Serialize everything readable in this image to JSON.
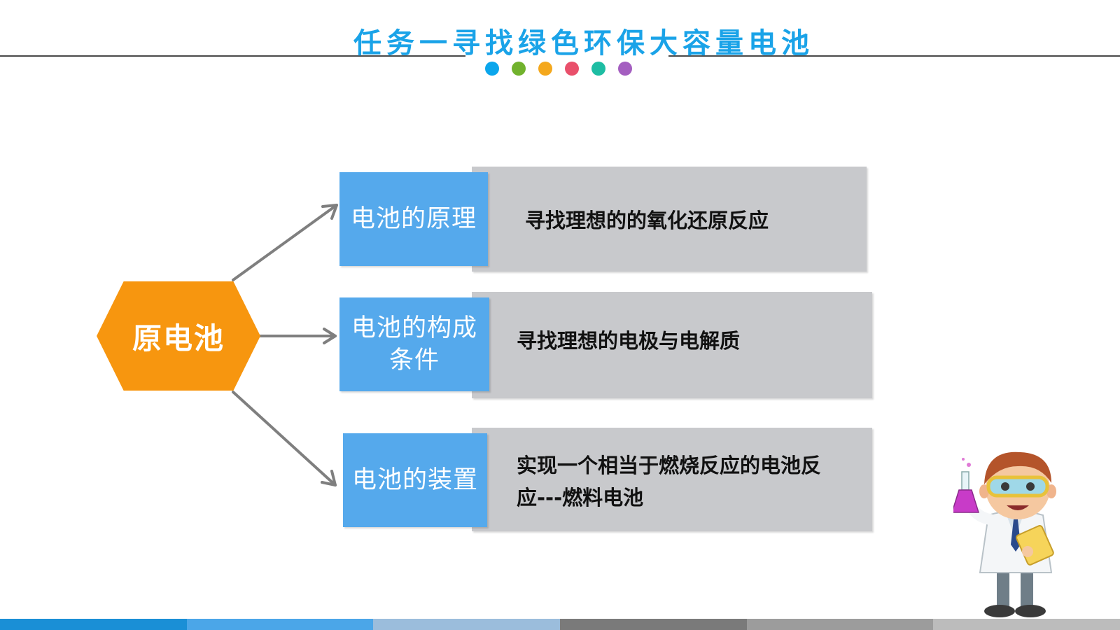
{
  "header": {
    "title": "任务一寻找绿色环保大容量电池",
    "title_color": "#1AA3E8",
    "dots": [
      "#0BA6EC",
      "#71B22D",
      "#F4A81D",
      "#E9506B",
      "#1DBDA3",
      "#A45EC0"
    ]
  },
  "diagram": {
    "center": {
      "label": "原电池",
      "color": "#F7960F"
    },
    "branches": [
      {
        "label": "电池的原理",
        "description": "寻找理想的的氧化还原反应"
      },
      {
        "label": "电池的构成条件",
        "description": "寻找理想的电极与电解质"
      },
      {
        "label": "电池的装置",
        "description": "实现一个相当于燃烧反应的电池反应---燃料电池"
      }
    ],
    "box_color": "#55A9EC",
    "panel_color": "#C8C9CC",
    "arrow_color": "#7F7F7F"
  },
  "footer": {
    "segments": [
      "#1A8FD6",
      "#4BA6E8",
      "#9BBDDC",
      "#7A7A7A",
      "#9C9C9C",
      "#BCBCBC"
    ]
  }
}
